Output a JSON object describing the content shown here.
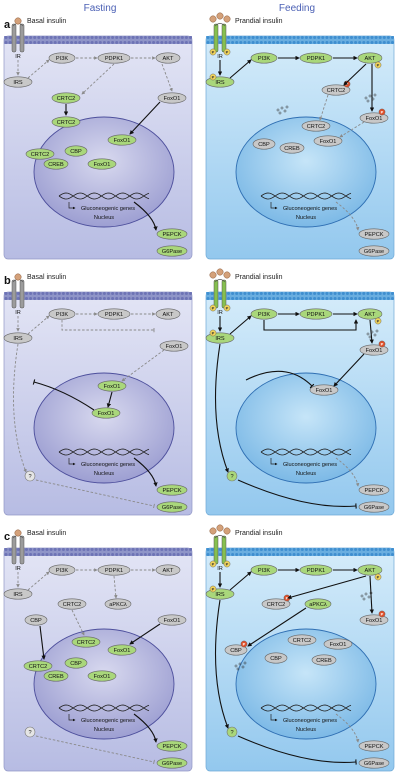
{
  "headers": {
    "fasting": "Fasting",
    "feeding": "Feeding"
  },
  "rows": [
    "a",
    "b",
    "c"
  ],
  "labels": {
    "basal": "Basal insulin",
    "prandial": "Prandial insulin",
    "ir": "IR",
    "nucleus": "Nucleus",
    "genes": "Gluconeogenic genes",
    "unknown": "?",
    "phospho": "P"
  },
  "nodes": {
    "irs": "IRS",
    "pi3k": "PI3K",
    "pdpk1": "PDPK1",
    "akt": "AKT",
    "crtc2": "CRTC2",
    "foxo1": "FoxO1",
    "cbp": "CBP",
    "creb": "CREB",
    "apkc": "aPKCλ",
    "pepck": "PEPCK",
    "g6pase": "G6Pase"
  },
  "colors": {
    "active": "#a9d77b",
    "inactive": "#c8c8c8",
    "fasting_bg": "#c5c8e8",
    "feeding_bg": "#a7d3f1",
    "phospho": "#e0502a",
    "ir_receptor": "#86c04f",
    "insulin": "#d4a17a"
  }
}
